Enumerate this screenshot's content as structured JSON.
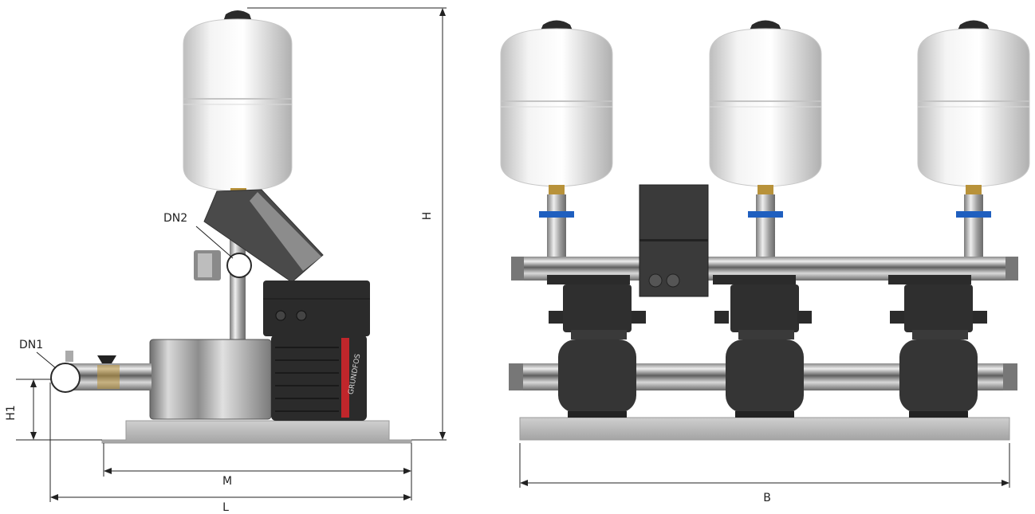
{
  "dimensions": {
    "DN1": "DN1",
    "DN2": "DN2",
    "H": "H",
    "H1": "H1",
    "M": "M",
    "L": "L",
    "B": "B"
  },
  "brand": "GRUNDFOS",
  "colors": {
    "tank": "#e8e8e8",
    "tank_shadow": "#b9b9b9",
    "cap": "#2a2a2a",
    "motor": "#2b2b2b",
    "steel": "#a8a8a8",
    "base": "#b4b4b4",
    "valve": "#1f5fbf",
    "brass": "#b8923a",
    "accent_red": "#c0262b"
  }
}
